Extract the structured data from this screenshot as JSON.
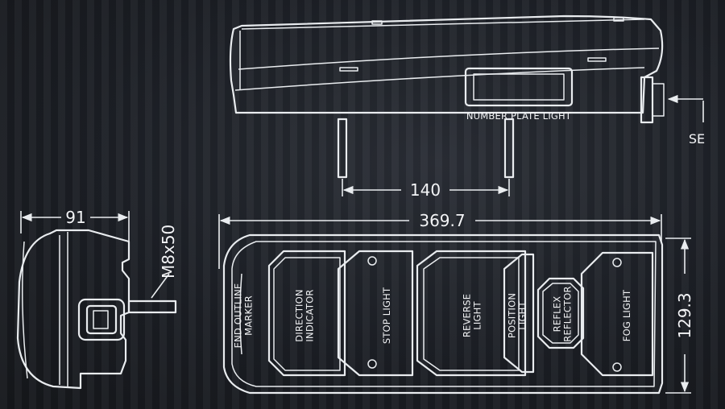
{
  "diagram": {
    "side_view": {
      "label_plate": "NUMBER PLATE LIGHT",
      "connector_label": "SE",
      "dim_mount": "140"
    },
    "end_view": {
      "dim_width": "91",
      "bolt": "M8x50"
    },
    "front_view": {
      "dim_length": "369.7",
      "dim_height": "129.3",
      "sections": [
        [
          "END OUTLINE",
          "MARKER"
        ],
        [
          "DIRECTION",
          "INDICATOR"
        ],
        [
          "STOP LIGHT"
        ],
        [
          "REVERSE",
          "LIGHT"
        ],
        [
          "POSITION",
          "LIGHT"
        ],
        [
          "REFLEX",
          "REFLECTOR"
        ],
        [
          "FOG LIGHT"
        ]
      ]
    },
    "colors": {
      "background": "#1d2026",
      "lines": "#e9ecef"
    }
  }
}
